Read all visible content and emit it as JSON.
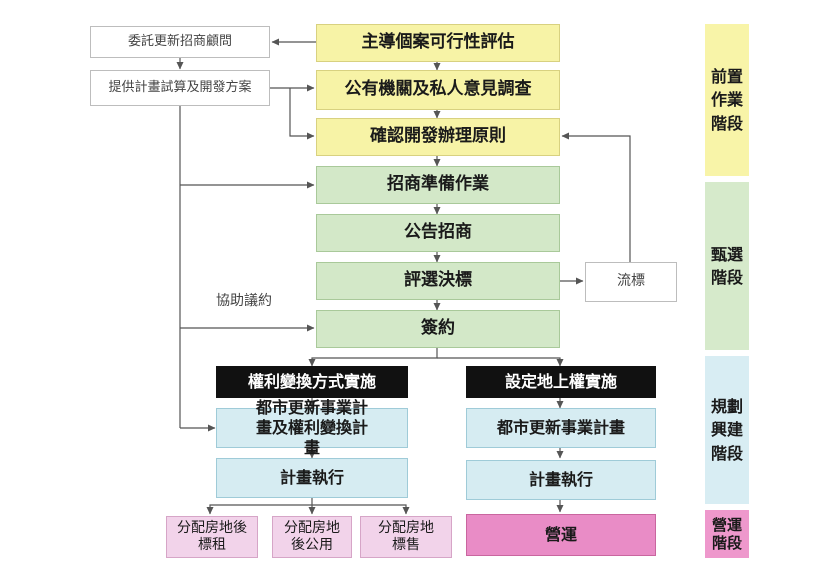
{
  "boxes": {
    "feasibility": "主導個案可行性評估",
    "survey": "公有機關及私人意見調查",
    "principles": "確認開發辦理原則",
    "preparation": "招商準備作業",
    "announce": "公告招商",
    "evaluation": "評選決標",
    "contract": "簽約",
    "entrust": "委託更新招商顧問",
    "proposal": "提供計畫試算及開發方案",
    "failed_bid": "流標",
    "negotiation": "協助議約",
    "rights_exchange": "權利變換方式實施",
    "superficies": "設定地上權實施",
    "urban_plan_left": "都市更新事業計畫及權利變換計畫",
    "execution_left": "計畫執行",
    "urban_plan_right": "都市更新事業計畫",
    "execution_right": "計畫執行",
    "operation": "營運",
    "alloc_rent": "分配房地後標租",
    "alloc_public": "分配房地後公用",
    "alloc_sale": "分配房地標售"
  },
  "stages": {
    "pre": "前置作業階段",
    "selection": "甄選階段",
    "planning": "規劃興建階段",
    "operation": "營運階段"
  },
  "colors": {
    "yellow": "#f7f3a6",
    "green": "#d3e8c8",
    "blue": "#d6ecf2",
    "pink": "#e98cc6",
    "light_pink": "#f2d3ea",
    "black": "#111111",
    "arrow": "#555555"
  }
}
